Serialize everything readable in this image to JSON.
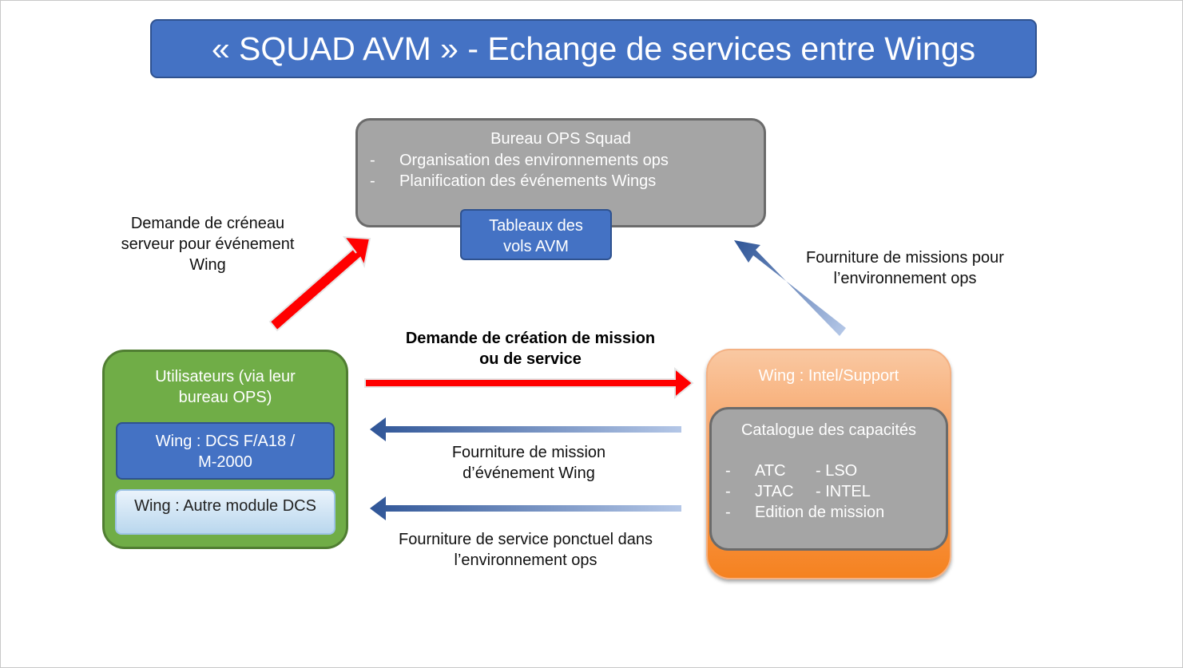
{
  "title": "« SQUAD AVM » - Echange de services entre Wings",
  "bureau": {
    "title": "Bureau OPS Squad",
    "items": [
      {
        "dash": "-",
        "text": "Organisation des environnements ops"
      },
      {
        "dash": "-",
        "text": "Planification des événements Wings"
      }
    ],
    "tableaux": [
      "Tableaux des",
      "vols AVM"
    ]
  },
  "users": {
    "title": [
      "Utilisateurs (via leur",
      "bureau OPS)"
    ],
    "wing_dcs": [
      "Wing : DCS F/A18 /",
      "M-2000"
    ],
    "wing_other": "Wing : Autre module DCS"
  },
  "intel": {
    "title": "Wing : Intel/Support",
    "catalog_title": "Catalogue des capacités",
    "items": [
      {
        "dash": "-",
        "a": "ATC",
        "b": "- LSO"
      },
      {
        "dash": "-",
        "a": "JTAC",
        "b": "- INTEL"
      },
      {
        "dash": "-",
        "a": "Edition de mission",
        "b": ""
      }
    ]
  },
  "labels": {
    "demande_creneau": [
      "Demande de créneau",
      "serveur pour événement",
      "Wing"
    ],
    "fourniture_missions": [
      "Fourniture de missions pour",
      "l’environnement ops"
    ],
    "demande_creation": [
      "Demande de création de mission",
      "ou de service"
    ],
    "fourniture_mission_event": [
      "Fourniture de mission",
      "d’événement Wing"
    ],
    "fourniture_service": [
      "Fourniture de service ponctuel dans",
      "l’environnement ops"
    ]
  },
  "colors": {
    "request_arrow": "#ff0000",
    "supply_arrow": "#2f5597"
  }
}
